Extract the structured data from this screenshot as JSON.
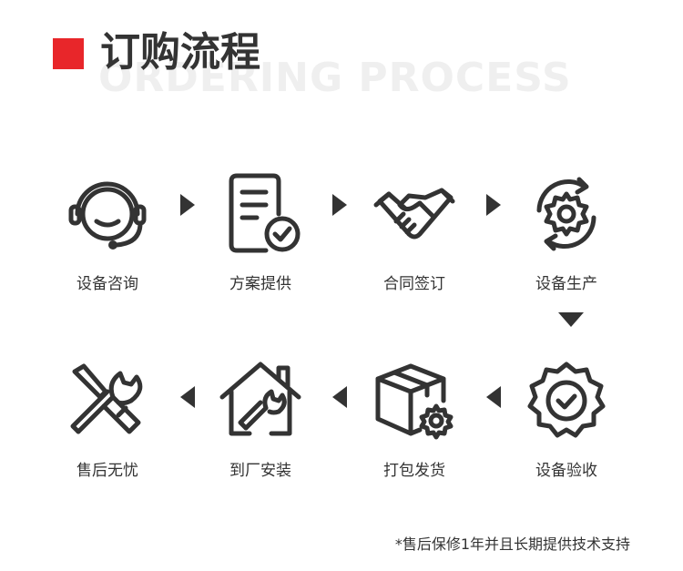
{
  "header": {
    "title": "订购流程",
    "subtitle_en": "ORDERING PROCESS",
    "accent_color": "#e8262a"
  },
  "steps": [
    {
      "label": "设备咨询",
      "icon": "headset-icon"
    },
    {
      "label": "方案提供",
      "icon": "document-check-icon"
    },
    {
      "label": "合同签订",
      "icon": "handshake-icon"
    },
    {
      "label": "设备生产",
      "icon": "gear-cycle-icon"
    },
    {
      "label": "设备验收",
      "icon": "badge-check-icon"
    },
    {
      "label": "打包发货",
      "icon": "package-gear-icon"
    },
    {
      "label": "到厂安装",
      "icon": "house-wrench-icon"
    },
    {
      "label": "售后无忧",
      "icon": "tools-icon"
    }
  ],
  "footnote": "*售后保修1年并且长期提供技术支持"
}
